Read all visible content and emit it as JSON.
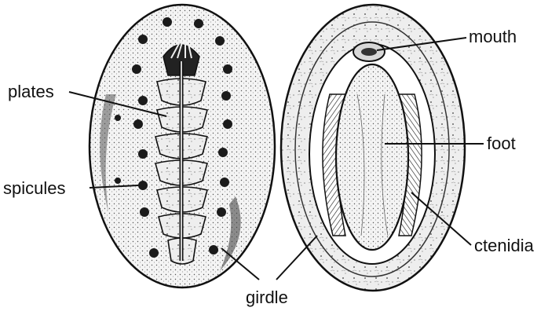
{
  "labels": {
    "plates": "plates",
    "spicules": "spicules",
    "girdle": "girdle",
    "mouth": "mouth",
    "foot": "foot",
    "ctenidia": "ctenidia"
  },
  "colors": {
    "ink": "#111111",
    "fill": "#e6e6e6",
    "dark": "#2a2a2a"
  },
  "views": [
    "dorsal-view",
    "ventral-view"
  ]
}
